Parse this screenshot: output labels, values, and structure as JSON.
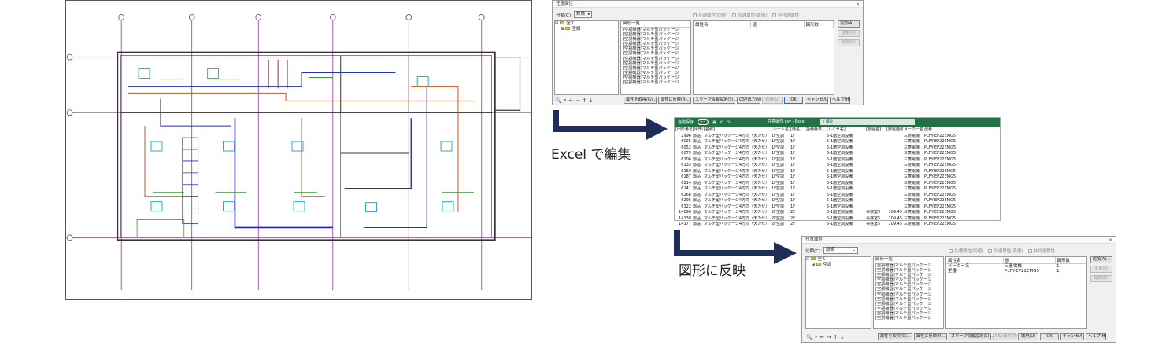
{
  "labels": {
    "excel_edit": "Excel で編集",
    "reflect": "図形に反映"
  },
  "dialog": {
    "title": "任意属性",
    "close": "×",
    "classify_label": "分類(C):",
    "classify_value": "設備",
    "checks": [
      "共通属性(同値)",
      "共通属性(異値)",
      "非共通属性"
    ],
    "tree": [
      "全て",
      "空調"
    ],
    "list_header": "図形一覧",
    "list_items": [
      "[空調機器]マルチ型パッケージ",
      "[空調機器]マルチ型パッケージ",
      "[空調機器]マルチ型パッケージ",
      "[空調機器]マルチ型パッケージ",
      "[空調機器]マルチ型パッケージ",
      "[空調機器]マルチ型パッケージ",
      "[空調機器]マルチ型パッケージ",
      "[空調機器]マルチ型パッケージ",
      "[空調機器]マルチ型パッケージ",
      "[空調機器]マルチ型パッケージ",
      "[空調機器]マルチ型パッケージ",
      "[空調機器]マルチ型パッケージ"
    ],
    "headers": [
      "属性名",
      "値",
      "図形数"
    ],
    "side_buttons": [
      "追加(A)...",
      "変更(U)",
      "削除(D)"
    ],
    "bottom_buttons": [
      "属性を取得(G)...",
      "属性に反映(R)...",
      "スリーブ情報設定(S)...",
      "CSV出力(V)",
      "適用(U)",
      "OK",
      "キャンセル",
      "ヘルプ(H)"
    ],
    "rows2": [
      {
        "name": "メーカー名",
        "value": "三菱電機",
        "count": "1"
      },
      {
        "name": "型番",
        "value": "PLFY-EP22EMG5",
        "count": "1"
      }
    ]
  },
  "excel": {
    "autosave": "自動保存",
    "autosave_state": "オフ",
    "filename": "任意属性.csv - Excel",
    "search": "検索",
    "header": [
      "[図形番号]",
      "[図形種]",
      "[名称]",
      "[シート名]",
      "[階名]",
      "[設備番号]",
      "[レイヤ名]",
      "[部屋名]",
      "[部屋面積]",
      "メーカー名",
      "型番"
    ],
    "rows": [
      [
        "2996",
        "部品",
        "マルチ型パッケージ4方向（天カセ）",
        "1F空調",
        "1F",
        "",
        "5-1階空調設備",
        "",
        "",
        "三菱電機",
        "PLFY-EP22EMG5"
      ],
      [
        "6025",
        "部品",
        "マルチ型パッケージ4方向（天カセ）",
        "1F空調",
        "1F",
        "",
        "5-1階空調設備",
        "",
        "",
        "三菱電機",
        "PLFY-EP22EMG5"
      ],
      [
        "6052",
        "部品",
        "マルチ型パッケージ4方向（天カセ）",
        "1F空調",
        "1F",
        "",
        "5-1階空調設備",
        "",
        "",
        "三菱電機",
        "PLFY-EP22EMG5"
      ],
      [
        "6079",
        "部品",
        "マルチ型パッケージ4方向（天カセ）",
        "1F空調",
        "1F",
        "",
        "5-1階空調設備",
        "",
        "",
        "三菱電機",
        "PLFY-EP22EMG5"
      ],
      [
        "6106",
        "部品",
        "マルチ型パッケージ4方向（天カセ）",
        "1F空調",
        "1F",
        "",
        "5-1階空調設備",
        "",
        "",
        "三菱電機",
        "PLFY-EP22EMG5"
      ],
      [
        "6133",
        "部品",
        "マルチ型パッケージ4方向（天カセ）",
        "1F空調",
        "1F",
        "",
        "5-1階空調設備",
        "",
        "",
        "三菱電機",
        "PLFY-EP22EMG5"
      ],
      [
        "6160",
        "部品",
        "マルチ型パッケージ4方向（天カセ）",
        "1F空調",
        "1F",
        "",
        "5-1階空調設備",
        "",
        "",
        "三菱電機",
        "PLFY-EP22EMG5"
      ],
      [
        "6187",
        "部品",
        "マルチ型パッケージ4方向（天カセ）",
        "1F空調",
        "1F",
        "",
        "5-1階空調設備",
        "",
        "",
        "三菱電機",
        "PLFY-EP22EMG5"
      ],
      [
        "6214",
        "部品",
        "マルチ型パッケージ4方向（天カセ）",
        "1F空調",
        "1F",
        "",
        "5-1階空調設備",
        "",
        "",
        "三菱電機",
        "PLFY-EP22EMG5"
      ],
      [
        "6241",
        "部品",
        "マルチ型パッケージ4方向（天カセ）",
        "1F空調",
        "1F",
        "",
        "5-1階空調設備",
        "",
        "",
        "三菱電機",
        "PLFY-EP22EMG5"
      ],
      [
        "6268",
        "部品",
        "マルチ型パッケージ4方向（天カセ）",
        "1F空調",
        "1F",
        "",
        "5-1階空調設備",
        "",
        "",
        "三菱電機",
        "PLFY-EP22EMG5"
      ],
      [
        "6295",
        "部品",
        "マルチ型パッケージ4方向（天カセ）",
        "1F空調",
        "1F",
        "",
        "5-1階空調設備",
        "",
        "",
        "三菱電機",
        "PLFY-EP22EMG5"
      ],
      [
        "6322",
        "部品",
        "マルチ型パッケージ4方向（天カセ）",
        "1F空調",
        "1F",
        "",
        "5-1階空調設備",
        "",
        "",
        "三菱電機",
        "PLFY-EP22EMG5"
      ],
      [
        "14096",
        "部品",
        "マルチ型パッケージ4方向（天カセ）",
        "2F空調",
        "2F",
        "",
        "5-1階空調設備",
        "事務室5",
        "109.45",
        "三菱電機",
        "PLFY-EP22EMG5"
      ],
      [
        "14138",
        "部品",
        "マルチ型パッケージ4方向（天カセ）",
        "2F空調",
        "2F",
        "",
        "5-1階空調設備",
        "事務室5",
        "109.45",
        "三菱電機",
        "PLFY-EP22EMG5"
      ],
      [
        "14177",
        "部品",
        "マルチ型パッケージ4方向（天カセ）",
        "2F空調",
        "2F",
        "",
        "5-1階空調設備",
        "事務室5",
        "109.45",
        "三菱電機",
        "PLFY-EP22EMG5"
      ]
    ]
  }
}
